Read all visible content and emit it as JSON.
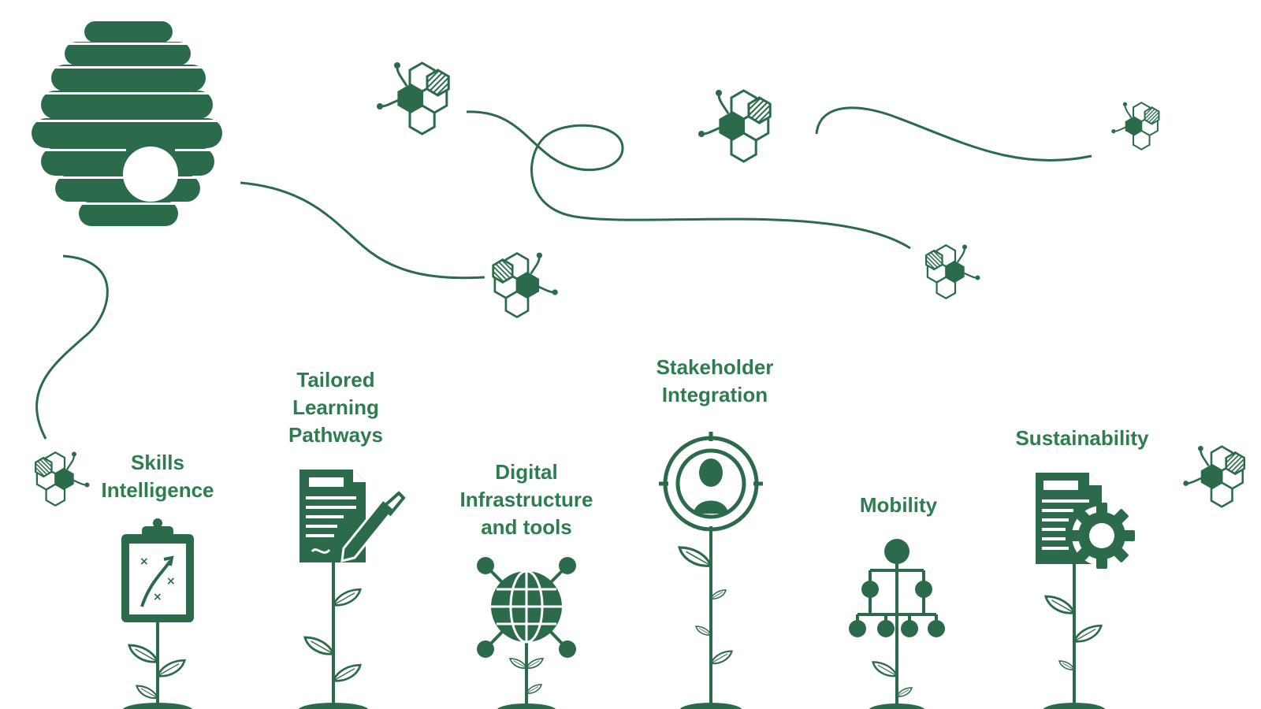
{
  "colors": {
    "primary": "#2b6b4b",
    "label": "#2e7d50",
    "background": "#ffffff"
  },
  "stages": [
    {
      "label": "Skills\nIntelligence",
      "icon": "clipboard-strategy-icon"
    },
    {
      "label": "Tailored\nLearning\nPathways",
      "icon": "document-pen-icon"
    },
    {
      "label": "Digital\nInfrastructure\nand tools",
      "icon": "globe-network-icon"
    },
    {
      "label": "Stakeholder\nIntegration",
      "icon": "person-target-icon"
    },
    {
      "label": "Mobility",
      "icon": "hierarchy-tree-icon"
    },
    {
      "label": "Sustainability",
      "icon": "document-gear-icon"
    }
  ]
}
